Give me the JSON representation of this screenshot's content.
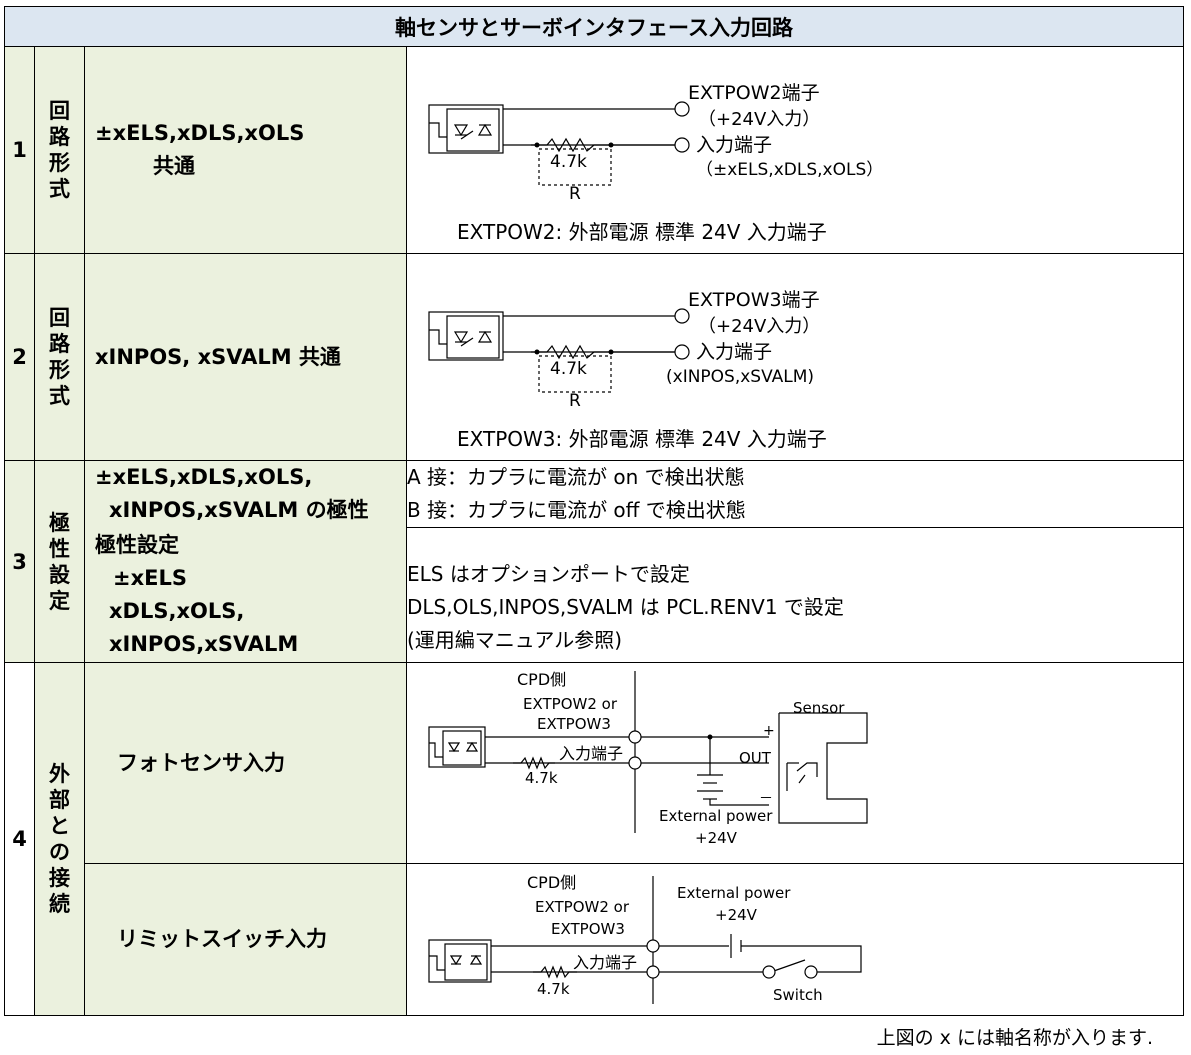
{
  "title": "軸センサとサーボインタフェース入力回路",
  "rows": [
    {
      "num": "1",
      "category": [
        "回",
        "路",
        "形",
        "式"
      ],
      "label_lines": [
        "±xELS,xDLS,xOLS",
        "共通"
      ],
      "diagram": {
        "top_terminal": "EXTPOW2端子",
        "top_sub": "（+24V入力）",
        "input_terminal": "入力端子",
        "input_sub": "（±xELS,xDLS,xOLS）",
        "resistor": "4.7k",
        "resistor_name": "R",
        "note": "EXTPOW2:  外部電源   標準 24V   入力端子"
      }
    },
    {
      "num": "2",
      "category": [
        "回",
        "路",
        "形",
        "式"
      ],
      "label_lines": [
        "xINPOS, xSVALM  共通"
      ],
      "diagram": {
        "top_terminal": "EXTPOW3端子",
        "top_sub": "（+24V入力）",
        "input_terminal": "入力端子",
        "input_sub": "(xINPOS,xSVALM)",
        "resistor": "4.7k",
        "resistor_name": "R",
        "note": "EXTPOW3:  外部電源   標準 24V   入力端子"
      }
    },
    {
      "num": "3",
      "category": [
        "極",
        "性",
        "設",
        "定"
      ],
      "label_a": [
        "±xELS,xDLS,xOLS,",
        "xINPOS,xSVALM の極性"
      ],
      "text_a": [
        "A 接：カプラに電流が on で検出状態",
        "B 接：カプラに電流が off で検出状態"
      ],
      "label_b": [
        "極性設定",
        "±xELS",
        "xDLS,xOLS,",
        "xINPOS,xSVALM"
      ],
      "text_b": [
        "ELS  はオプションポートで設定",
        "DLS,OLS,INPOS,SVALM  は  PCL.RENV1 で設定",
        "(運用編マニュアル参照)"
      ]
    },
    {
      "num": "4",
      "category": [
        "外",
        "部",
        "と",
        "の",
        "接",
        "続"
      ],
      "photo": {
        "label": "フォトセンサ入力",
        "cpd": "CPD側",
        "extpow2": "EXTPOW2 or",
        "extpow3": "EXTPOW3",
        "input": "入力端子",
        "resistor": "4.7k",
        "sensor": "Sensor",
        "plus": "+",
        "out": "OUT",
        "minus": "－",
        "ext_power": "External power",
        "voltage": "+24V"
      },
      "limit": {
        "label": "リミットスイッチ入力",
        "cpd": "CPD側",
        "extpow2": "EXTPOW2 or",
        "extpow3": "EXTPOW3",
        "input": "入力端子",
        "resistor": "4.7k",
        "ext_power": "External power",
        "voltage": "+24V",
        "switch": "Switch"
      }
    }
  ],
  "footnote": "上図の   x   には軸名称が入ります."
}
